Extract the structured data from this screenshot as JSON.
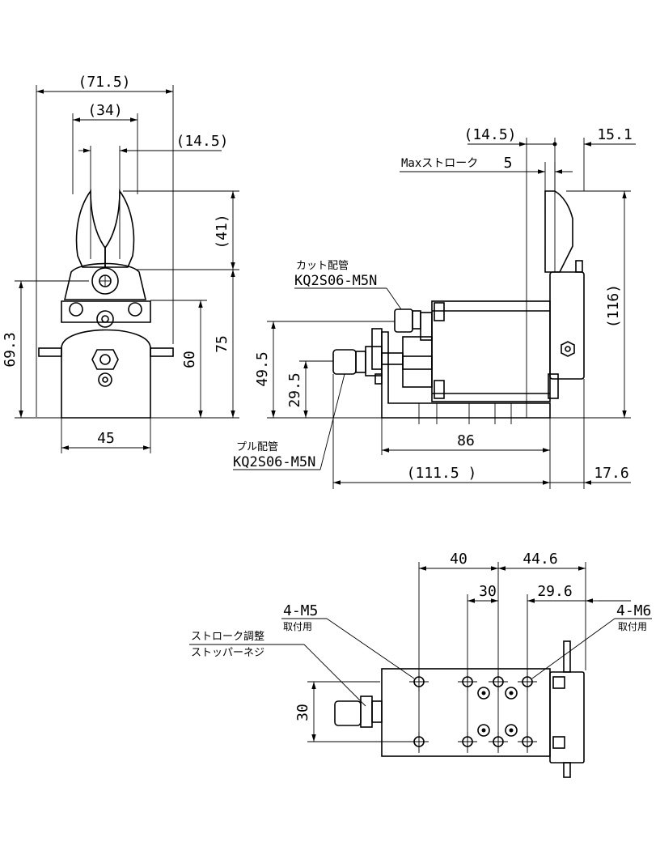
{
  "front_view": {
    "overall_width": "(71.5)",
    "jaw_width": "(34)",
    "jaw_offset": "(14.5)",
    "blade_height": "(41)",
    "left_height": "69.3",
    "base_width": "45",
    "body_height_60": "60",
    "body_height_75": "75"
  },
  "side_view": {
    "top_offset": "(14.5)",
    "right_offset": "15.1",
    "max_stroke_label": "Maxストローク",
    "max_stroke_value": "5",
    "total_height": "(116)",
    "port_height_49_5": "49.5",
    "port_height_29_5": "29.5",
    "cut_pipe_label": "カット配管",
    "cut_pipe_code": "KQ2S06-M5N",
    "pull_pipe_label": "プル配管",
    "pull_pipe_code": "KQ2S06-M5N",
    "length_86": "86",
    "length_total": "(111.5 )",
    "right_17_6": "17.6"
  },
  "bottom_view": {
    "dim_40": "40",
    "dim_44_6": "44.6",
    "dim_30_top": "30",
    "dim_29_6": "29.6",
    "m5_label": "4-M5",
    "m5_sub": "取付用",
    "m6_label": "4-M6",
    "m6_sub": "取付用",
    "stopper_label_1": "ストローク調整",
    "stopper_label_2": "ストッパーネジ",
    "dim_30_left": "30"
  }
}
